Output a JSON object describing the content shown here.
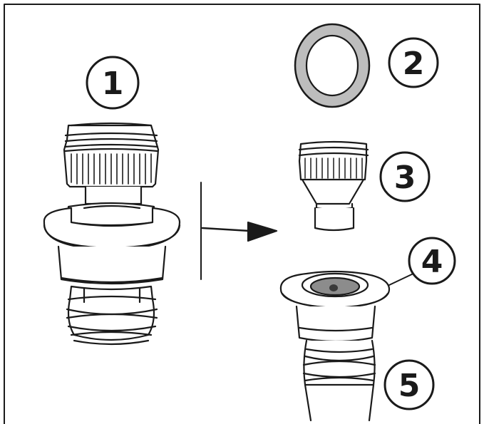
{
  "labels": {
    "one": "1",
    "two": "2",
    "three": "3",
    "four": "4",
    "five": "5"
  },
  "colors": {
    "line": "#1a1a1a",
    "washer": "#bdbdbd",
    "valve": "#8c8c8c",
    "valve_dot": "#3a3a3a"
  }
}
